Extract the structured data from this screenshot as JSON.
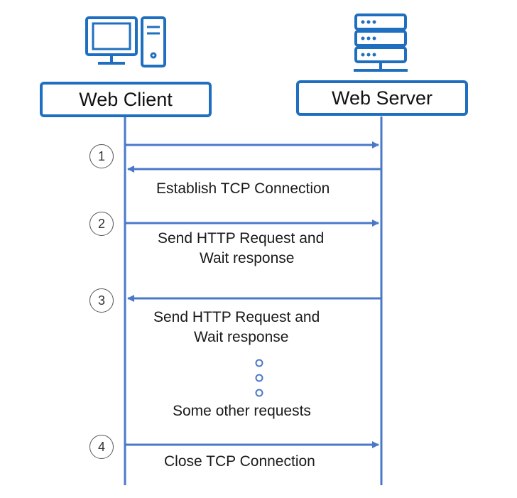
{
  "participants": {
    "client": {
      "label": "Web Client",
      "icon": "desktop-computer-icon"
    },
    "server": {
      "label": "Web Server",
      "icon": "server-rack-icon"
    }
  },
  "steps": [
    {
      "number": "1",
      "label": "Establish TCP Connection"
    },
    {
      "number": "2",
      "label_line1": "Send HTTP Request and",
      "label_line2": "Wait response"
    },
    {
      "number": "3",
      "label_line1": "Send HTTP Request and",
      "label_line2": "Wait response"
    },
    {
      "number": "4",
      "label": "Close TCP Connection"
    }
  ],
  "ellipsis_label": "Some other requests",
  "colors": {
    "accent": "#1f6fc0",
    "arrow": "#4a78c8",
    "dots": "#4a78c8"
  }
}
